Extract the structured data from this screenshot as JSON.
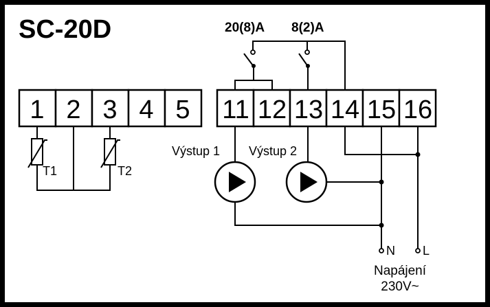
{
  "title": "SC-20D",
  "relay_ratings": [
    "20(8)A",
    "8(2)A"
  ],
  "terminals_left": [
    "1",
    "2",
    "3",
    "4",
    "5"
  ],
  "terminals_right": [
    "11",
    "12",
    "13",
    "14",
    "15",
    "16"
  ],
  "sensors": [
    "T1",
    "T2"
  ],
  "outputs": [
    "Výstup 1",
    "Výstup 2"
  ],
  "supply": {
    "n_label": "N",
    "l_label": "L",
    "caption_line1": "Napájení",
    "caption_line2": "230V~"
  }
}
